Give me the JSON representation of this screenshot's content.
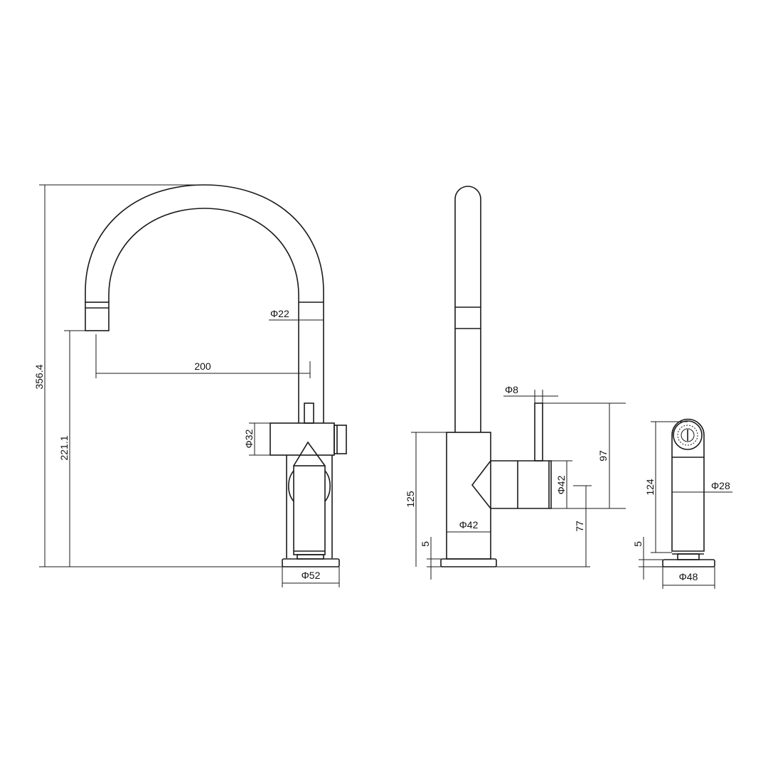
{
  "front_view": {
    "overall_height": "356.4",
    "spout_height": "221.1",
    "reach": "200",
    "spout_diameter": "Φ22",
    "body_diameter": "Φ32",
    "base_diameter": "Φ52"
  },
  "side_view": {
    "pin_diameter": "Φ8",
    "lever_rise": "97",
    "lever_diameter": "Φ42",
    "lever_height": "77",
    "body_height": "125",
    "body_diameter": "Φ42",
    "base_thickness": "5"
  },
  "sprayer_view": {
    "height": "124",
    "diameter": "Φ28",
    "base_thickness": "5",
    "base_diameter": "Φ48"
  },
  "colors": {
    "line": "#1a1a1a",
    "background": "#ffffff"
  }
}
